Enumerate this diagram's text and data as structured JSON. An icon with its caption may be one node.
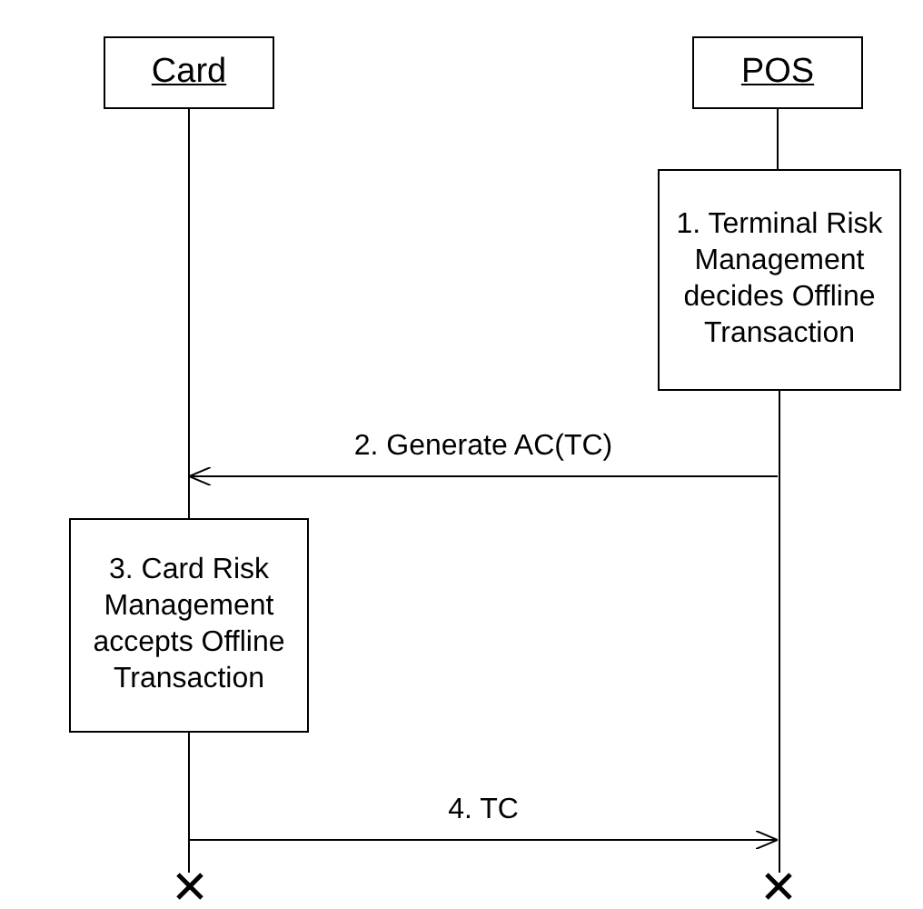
{
  "diagram": {
    "nodes": [
      {
        "text": [
          "Card"
        ]
      },
      {
        "text": [
          "POS"
        ]
      },
      {
        "text": [
          "1. Terminal Risk Management decides Offline Transaction"
        ]
      },
      {
        "text": [
          "3. Card Risk Management accepts Offline Transaction"
        ]
      },
      {
        "text": [],
        "shape": "cross"
      },
      {
        "text": [],
        "shape": "cross"
      }
    ],
    "edges": [
      {
        "from": 0,
        "to": 3,
        "arrow": "none"
      },
      {
        "from": 1,
        "to": 2,
        "arrow": "none"
      },
      {
        "from": 3,
        "to": 4,
        "arrow": "none"
      },
      {
        "from": 2,
        "to": 5,
        "arrow": "none"
      }
    ],
    "labels": [
      "2. Generate AC(TC)",
      "4. TC"
    ]
  }
}
